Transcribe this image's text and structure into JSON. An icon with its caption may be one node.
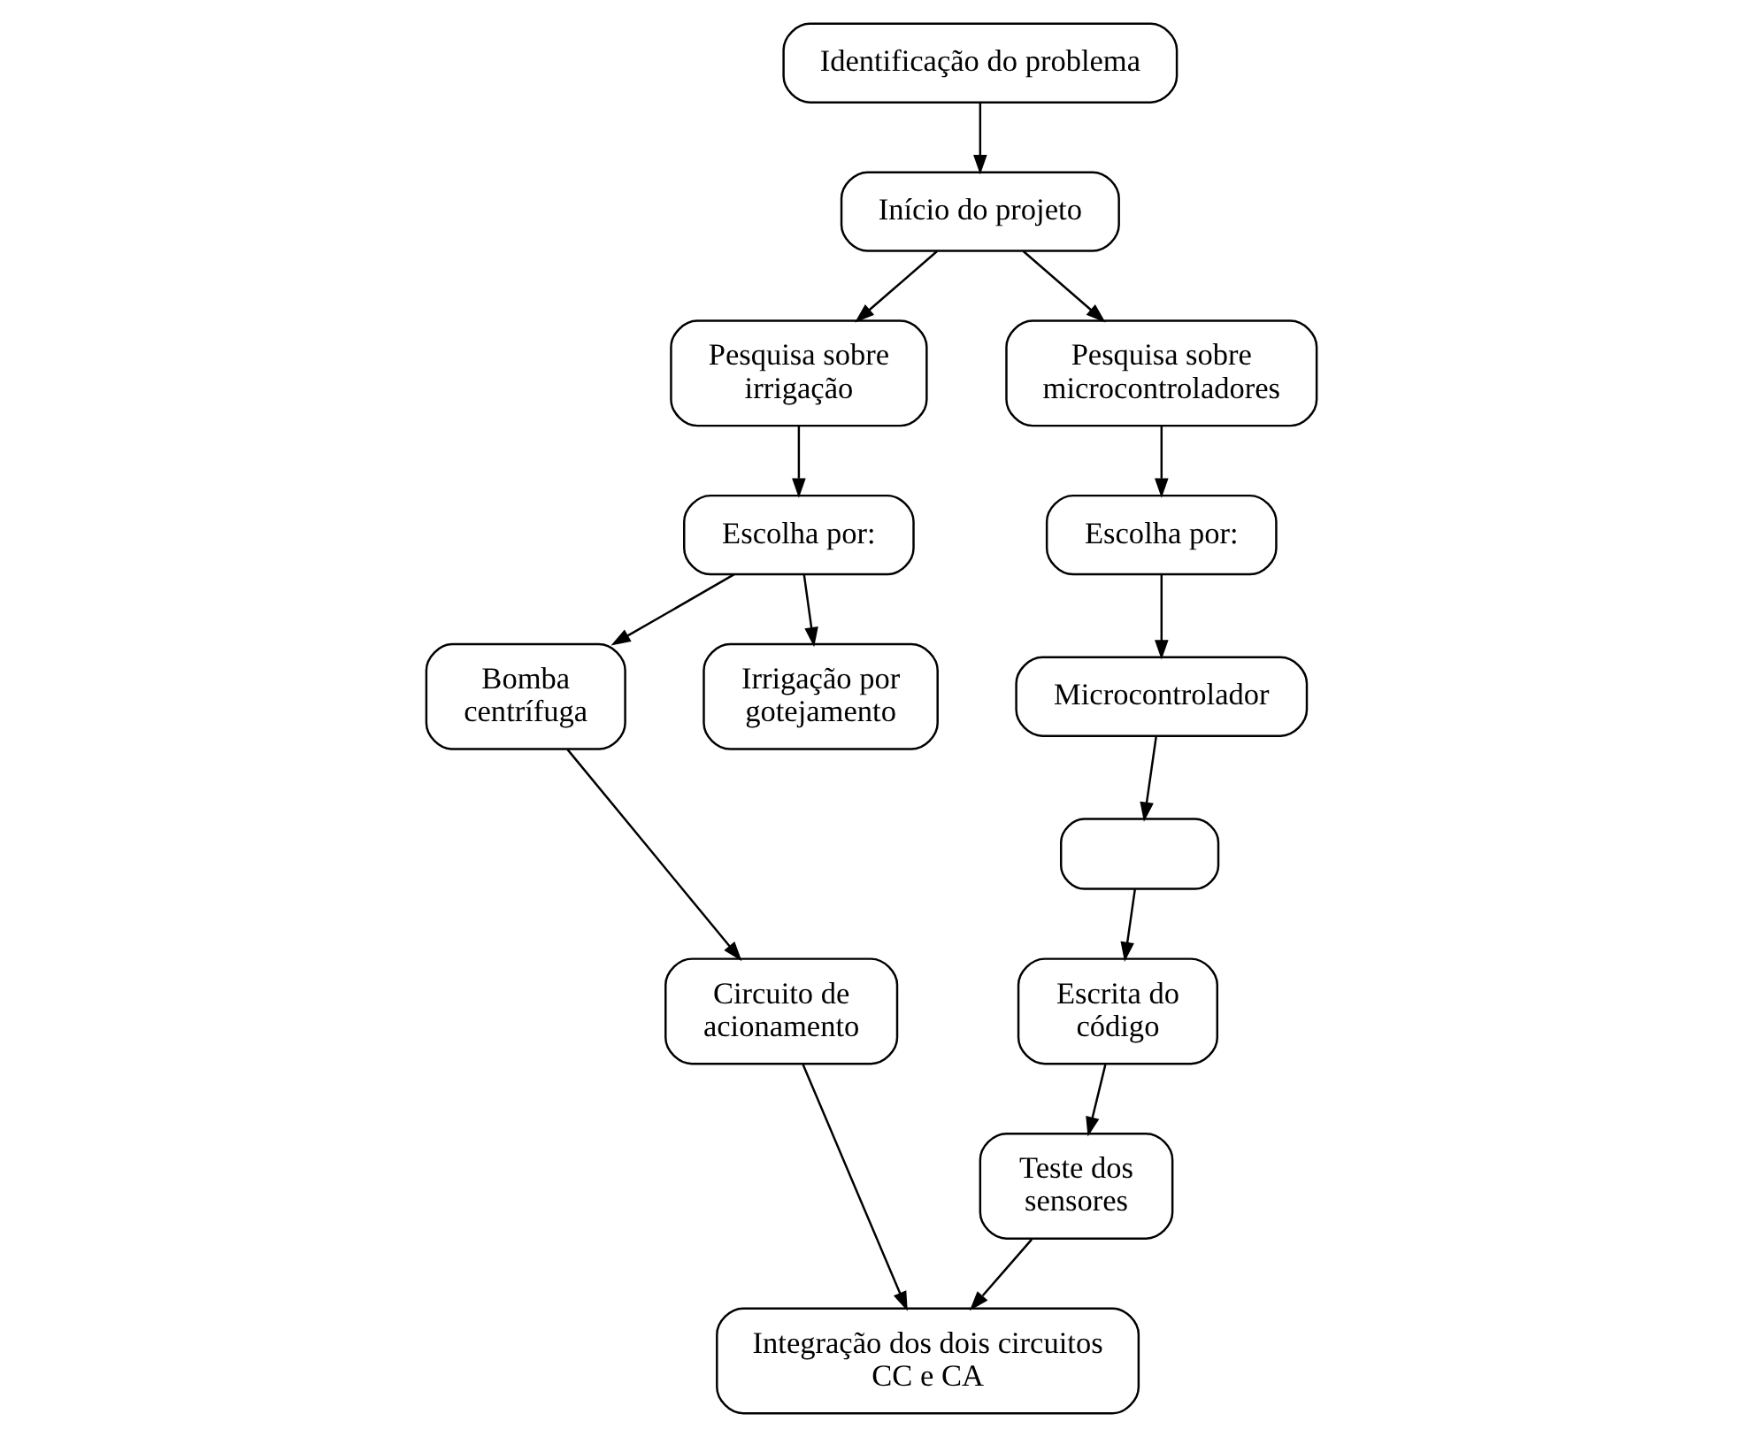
{
  "diagram": {
    "nodes": [
      {
        "text": [
          "Identificação do problema"
        ]
      },
      {
        "text": [
          "Início do projeto"
        ]
      },
      {
        "text": [
          "Pesquisa sobre irrigação"
        ]
      },
      {
        "text": [
          "Pesquisa sobre microcontroladores"
        ]
      },
      {
        "text": [
          "Escolha por:"
        ]
      },
      {
        "text": [
          "Bomba centrífuga"
        ]
      },
      {
        "text": [
          "Irrigação por gotejamento"
        ]
      },
      {
        "text": [
          "Escolha por:"
        ]
      },
      {
        "text": [
          "Microcontrolador"
        ]
      },
      {
        "text": [],
        "shape": "box"
      },
      {
        "text": [
          "Circuito de acionamento"
        ]
      },
      {
        "text": [
          "Escrita do código"
        ]
      },
      {
        "text": [
          "Integração dos dois circuitos CC e CA"
        ]
      },
      {
        "text": [
          "Teste dos sensores"
        ]
      }
    ],
    "edges": [
      {
        "from": 0,
        "to": 1,
        "arrow": "to"
      },
      {
        "from": 1,
        "to": 2,
        "arrow": "to"
      },
      {
        "from": 1,
        "to": 3,
        "arrow": "to"
      },
      {
        "from": 2,
        "to": 4,
        "arrow": "to"
      },
      {
        "from": 4,
        "to": 5,
        "arrow": "to"
      },
      {
        "from": 4,
        "to": 6,
        "arrow": "to"
      },
      {
        "from": 3,
        "to": 7,
        "arrow": "to"
      },
      {
        "from": 7,
        "to": 8,
        "arrow": "to"
      },
      {
        "from": 8,
        "to": 9,
        "arrow": "to"
      },
      {
        "from": 9,
        "to": 11,
        "arrow": "to"
      },
      {
        "from": 5,
        "to": 10,
        "arrow": "to"
      },
      {
        "from": 10,
        "to": 12,
        "arrow": "to"
      },
      {
        "from": 11,
        "to": 13,
        "arrow": "to"
      },
      {
        "from": 13,
        "to": 12,
        "arrow": "to"
      }
    ]
  }
}
